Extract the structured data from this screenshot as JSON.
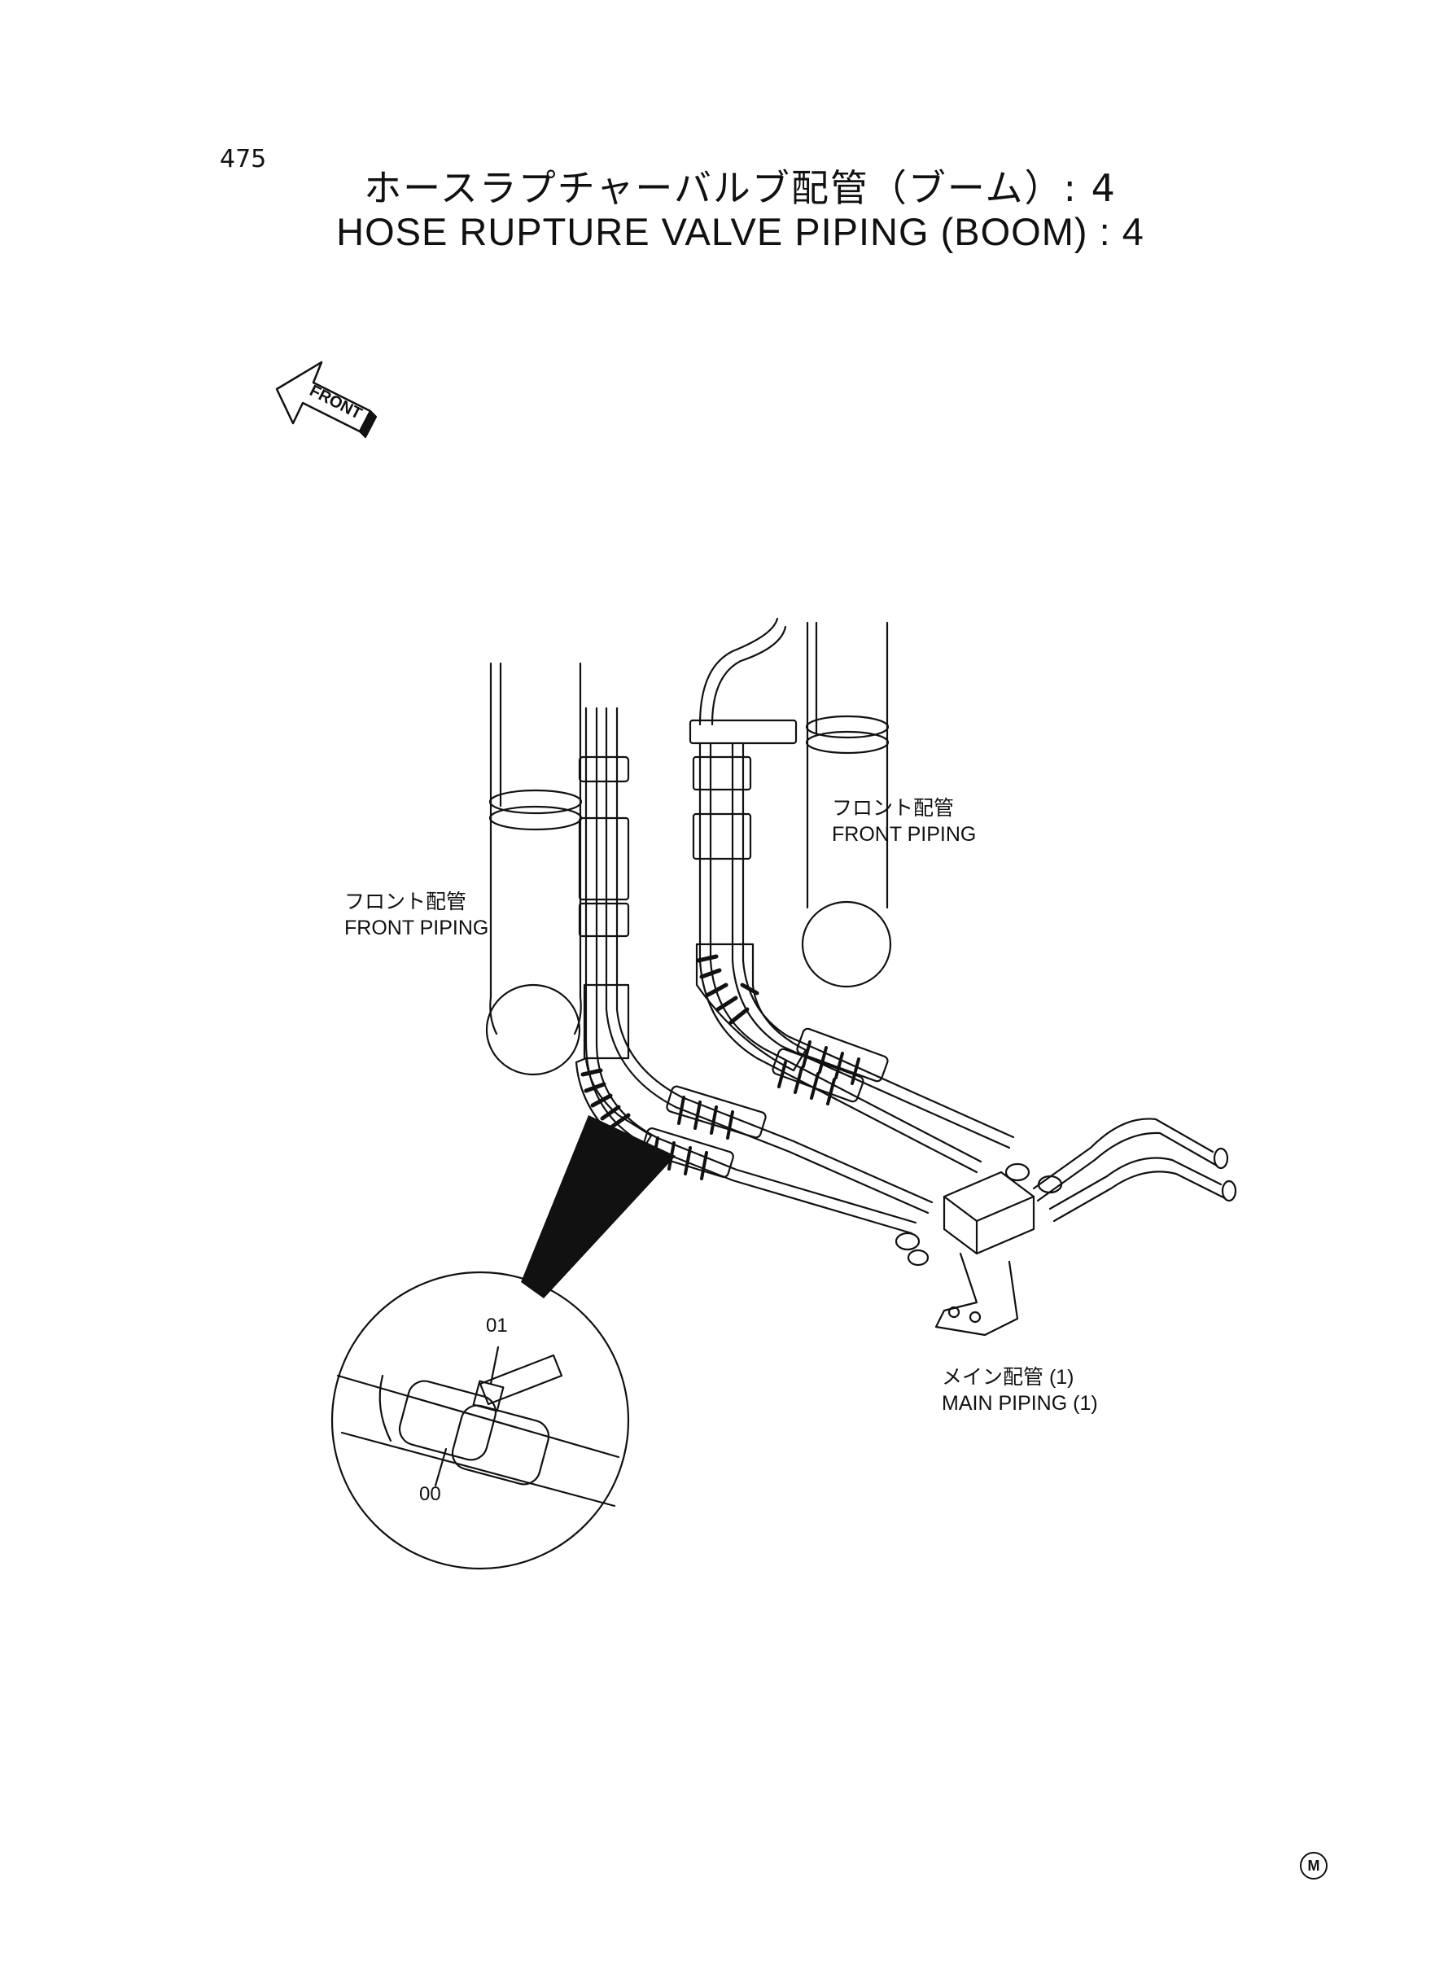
{
  "page_number": "475",
  "title": {
    "japanese": "ホースラプチャーバルブ配管（ブーム）: 4",
    "english": "HOSE RUPTURE VALVE PIPING (BOOM) : 4"
  },
  "front_arrow": {
    "label": "FRONT"
  },
  "labels": {
    "front_piping_right": {
      "jp": "フロント配管",
      "en": "FRONT PIPING"
    },
    "front_piping_left": {
      "jp": "フロント配管",
      "en": "FRONT PIPING"
    },
    "main_piping": {
      "jp": "メイン配管 (1)",
      "en": "MAIN PIPING (1)"
    }
  },
  "callouts": {
    "part_01": "01",
    "part_00": "00"
  },
  "mark": "M"
}
